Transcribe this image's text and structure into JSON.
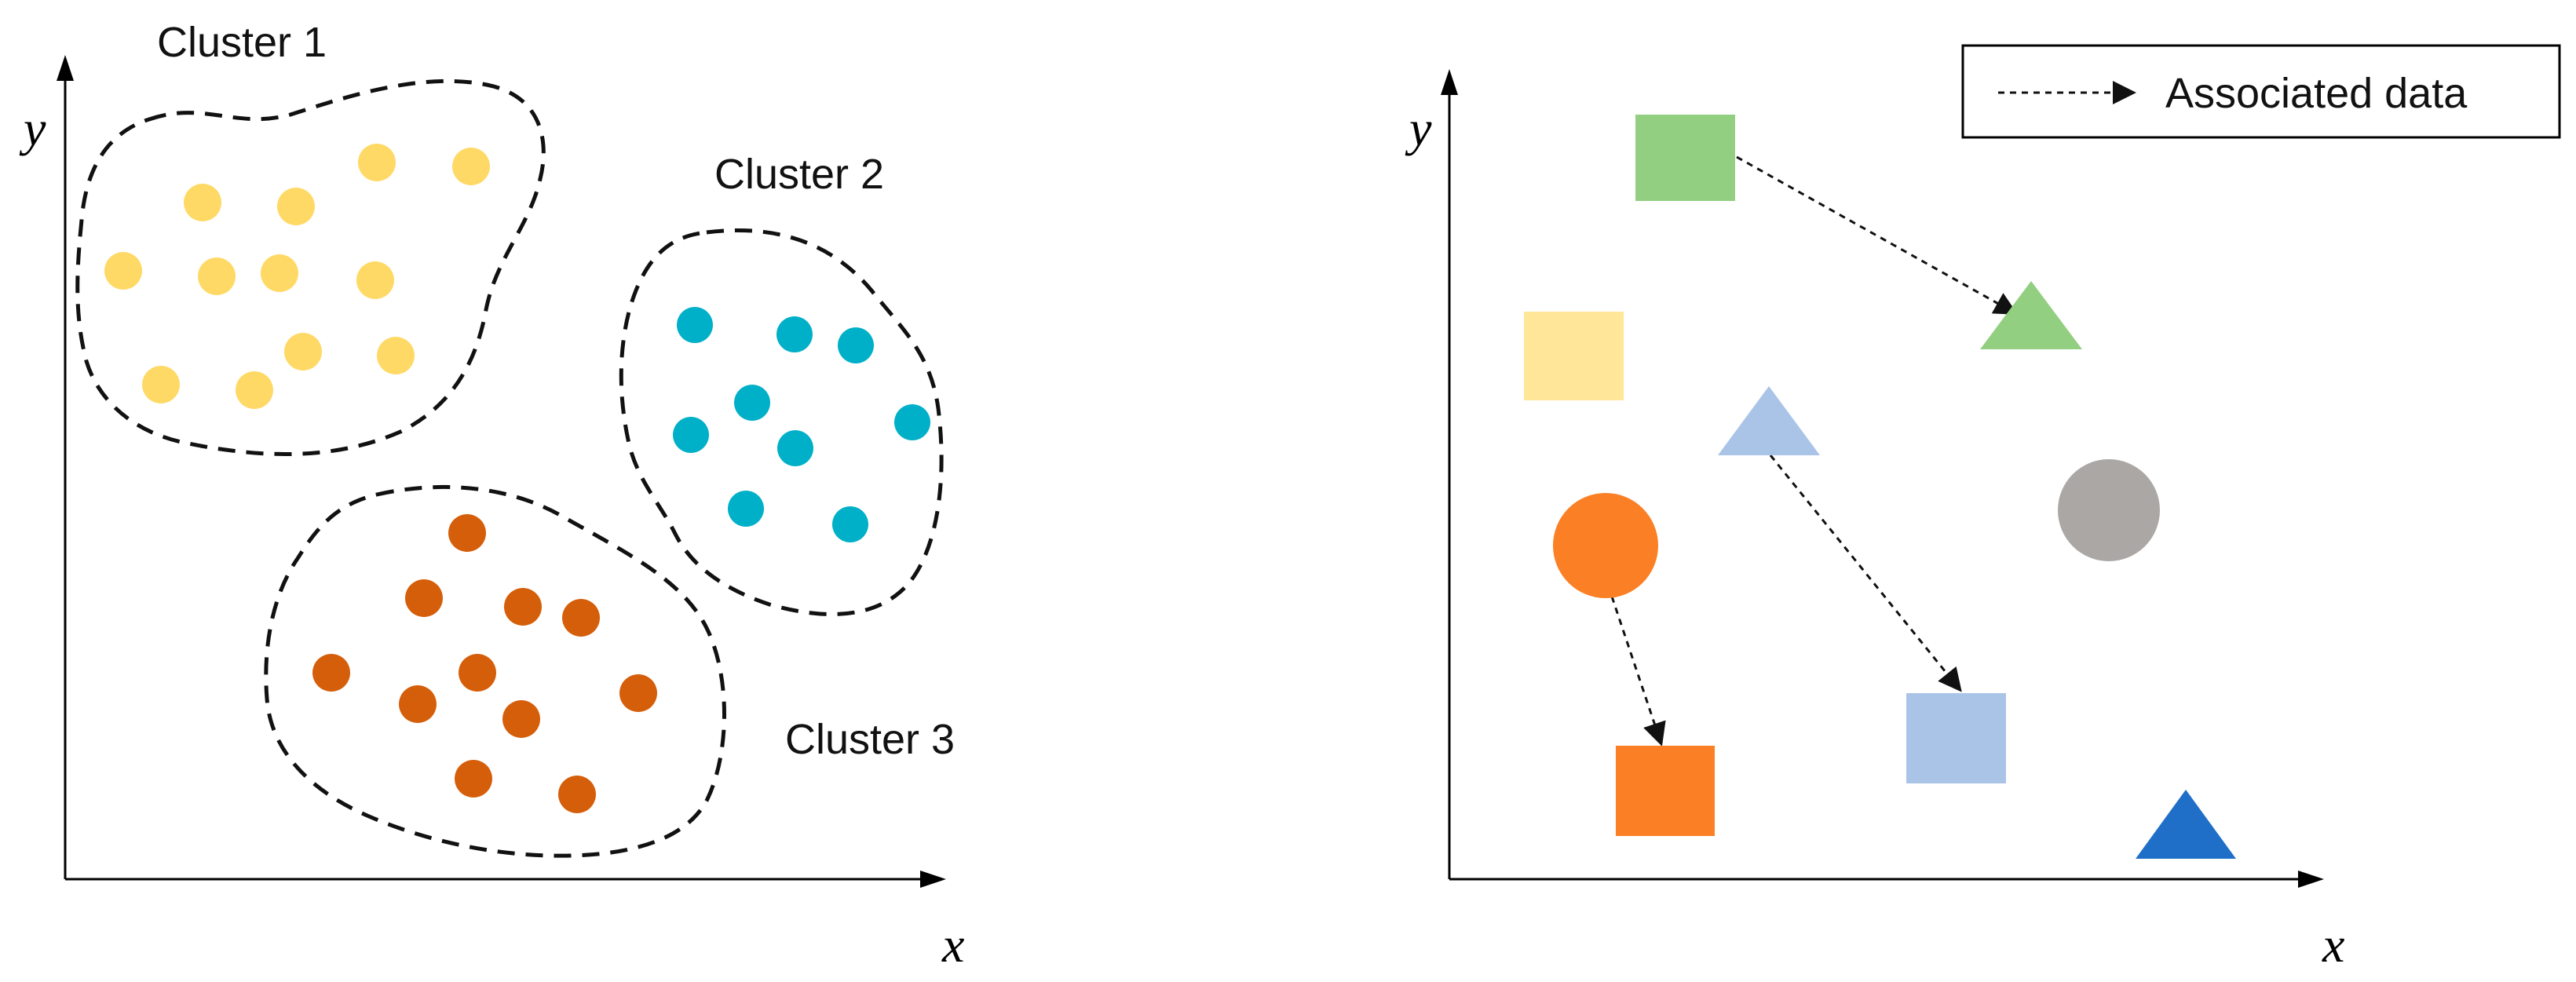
{
  "colors": {
    "yellow": "#ffd966",
    "cyan": "#00b0c8",
    "orange_dot": "#d55e0a",
    "green": "#93cf80",
    "light_yellow": "#ffe699",
    "light_blue": "#a9c4e6",
    "orange": "#fb7f24",
    "gray": "#aba7a5",
    "dark_blue": "#1f6fc8"
  },
  "left_panel": {
    "x_label": "x",
    "y_label": "y",
    "clusters": [
      {
        "label": "Cluster 1",
        "color_key": "yellow"
      },
      {
        "label": "Cluster 2",
        "color_key": "cyan"
      },
      {
        "label": "Cluster 3",
        "color_key": "orange_dot"
      }
    ]
  },
  "right_panel": {
    "x_label": "x",
    "y_label": "y",
    "legend": {
      "label": "Associated data"
    },
    "shapes": [
      {
        "id": "green-square",
        "shape": "square",
        "color_key": "green"
      },
      {
        "id": "green-triangle",
        "shape": "triangle",
        "color_key": "green"
      },
      {
        "id": "yellow-square",
        "shape": "square",
        "color_key": "light_yellow"
      },
      {
        "id": "blue-triangle",
        "shape": "triangle",
        "color_key": "light_blue"
      },
      {
        "id": "gray-circle",
        "shape": "circle",
        "color_key": "gray"
      },
      {
        "id": "orange-circle",
        "shape": "circle",
        "color_key": "orange"
      },
      {
        "id": "blue-square",
        "shape": "square",
        "color_key": "light_blue"
      },
      {
        "id": "orange-square",
        "shape": "square",
        "color_key": "orange"
      },
      {
        "id": "dark-blue-triangle",
        "shape": "triangle",
        "color_key": "dark_blue"
      }
    ],
    "associations": [
      {
        "from": "green-square",
        "to": "green-triangle"
      },
      {
        "from": "blue-triangle",
        "to": "blue-square"
      },
      {
        "from": "orange-circle",
        "to": "orange-square"
      }
    ]
  }
}
